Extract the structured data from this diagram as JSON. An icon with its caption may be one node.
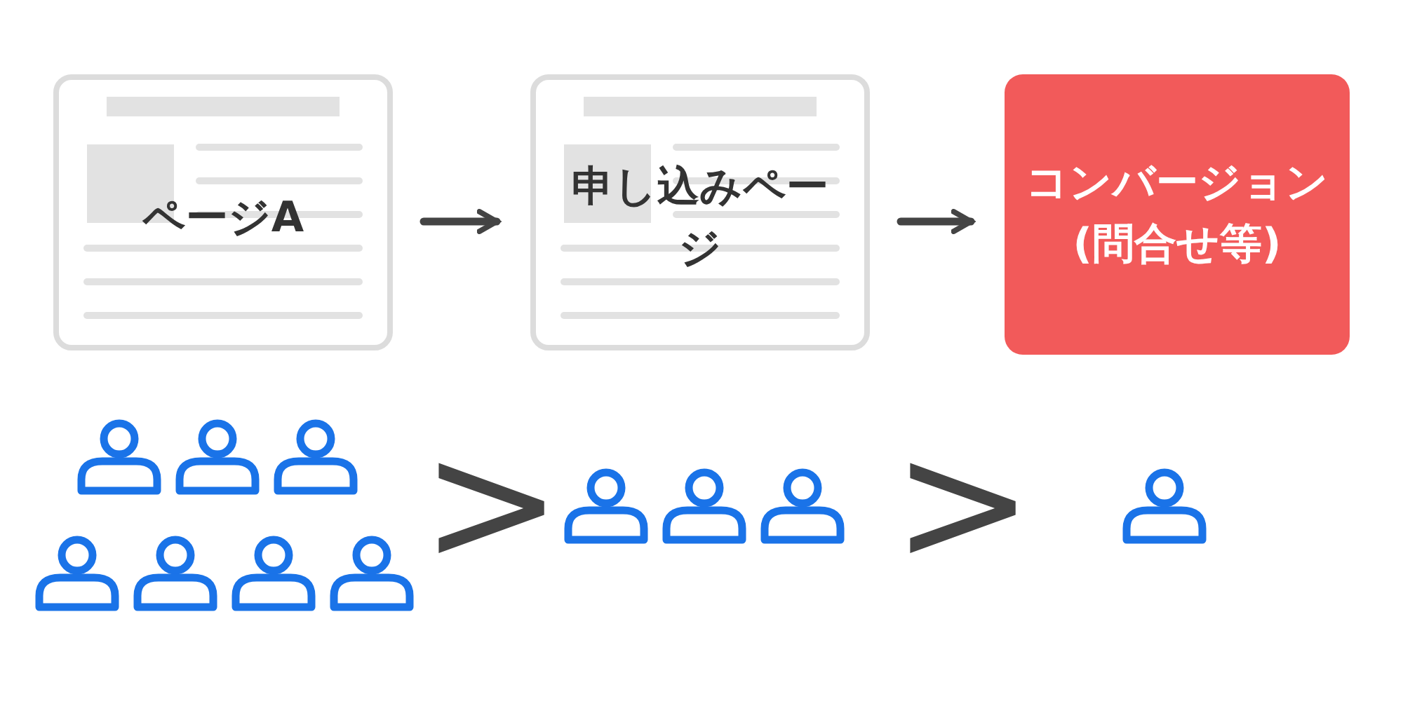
{
  "diagram": {
    "nodes": [
      {
        "text": [
          "ページA"
        ]
      },
      {
        "text": [
          "申し込みページ"
        ]
      },
      {
        "text": [
          "コンバージョン(問合せ等)"
        ]
      }
    ],
    "edges": [
      {
        "from": 0,
        "to": 1,
        "arrow": "to"
      },
      {
        "from": 1,
        "to": 2,
        "arrow": "to"
      }
    ],
    "labels": [
      ">",
      ">"
    ]
  }
}
